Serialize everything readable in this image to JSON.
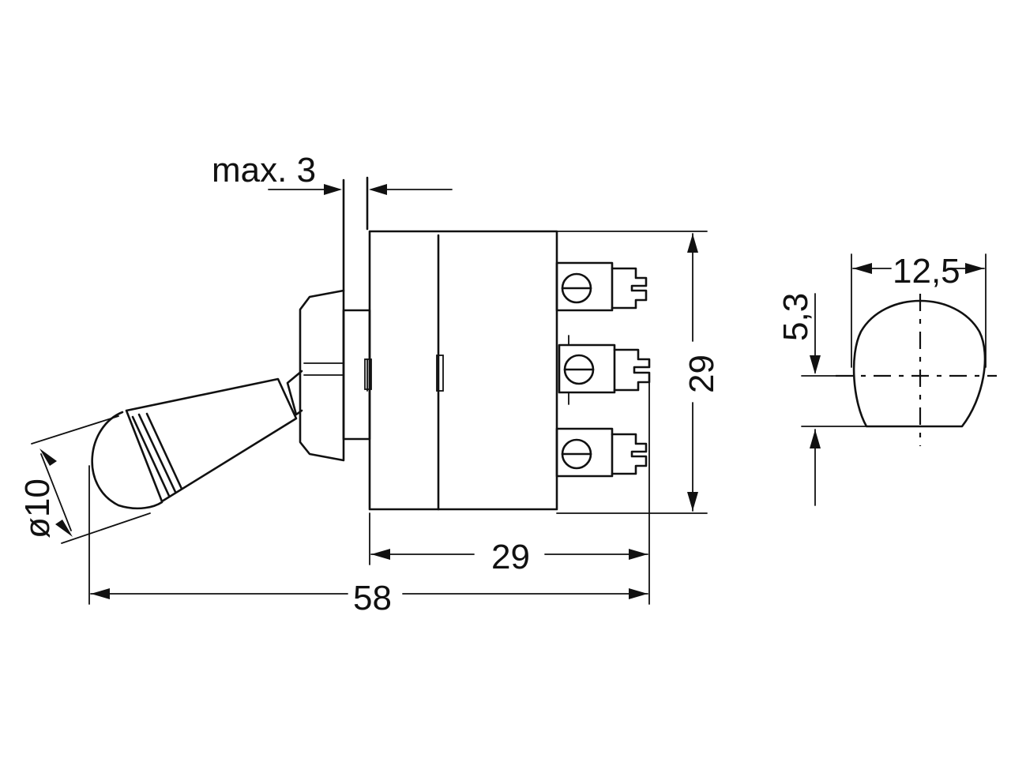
{
  "dimensions": {
    "clearance": "max. 3",
    "body_length": "29",
    "overall_length": "58",
    "body_height": "29",
    "knob_diameter": "ø10",
    "hole_width": "12,5",
    "hole_flat": "5,3"
  }
}
